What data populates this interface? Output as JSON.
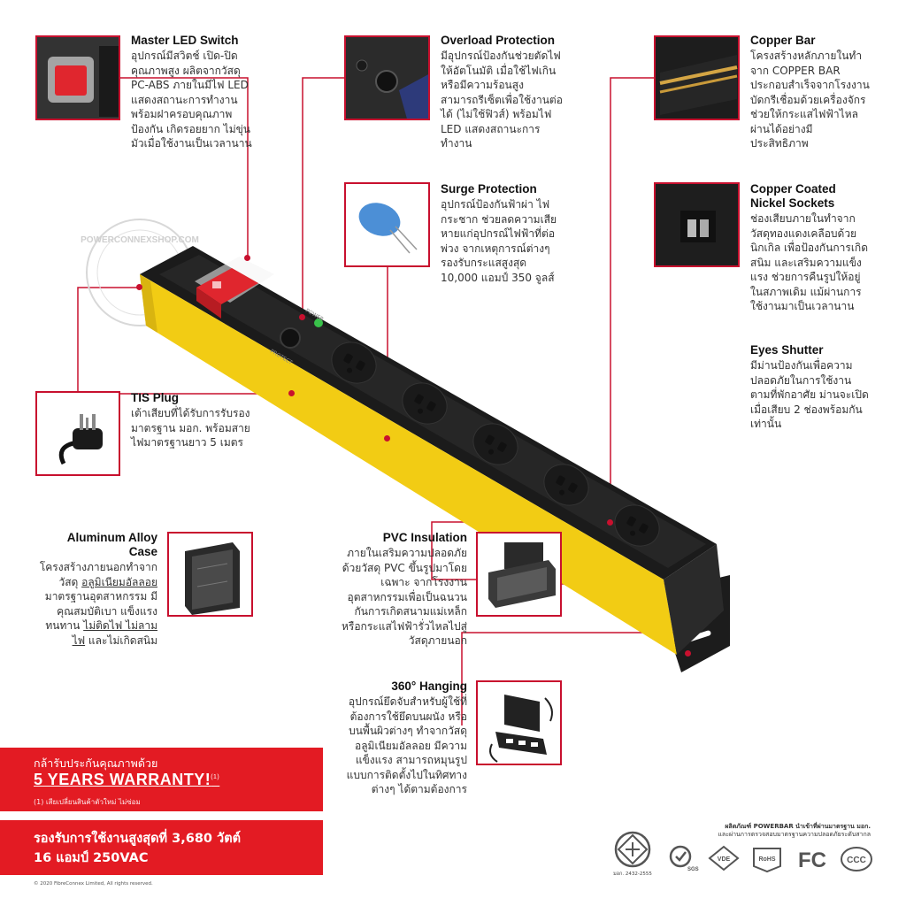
{
  "features": {
    "master_led": {
      "title": "Master LED Switch",
      "desc": "อุปกรณ์มีสวิตช์ เปิด-ปิด คุณภาพสูง ผลิตจากวัสดุ PC-ABS ภายในมีไฟ LED แสดงสถานะการทำงาน พร้อมฝาครอบคุณภาพ ป้องกัน เกิดรอยยาก ไม่ขุ่นมัวเมื่อใช้งานเป็นเวลานาน"
    },
    "overload": {
      "title": "Overload Protection",
      "desc": "มีอุปกรณ์ป้องกันช่วยตัดไฟให้อัตโนมัติ เมื่อใช้ไฟเกิน หรือมีความร้อนสูง สามารถรีเซ็ตเพื่อใช้งานต่อได้ (ไม่ใช้ฟิวส์) พร้อมไฟ LED แสดงสถานะการทำงาน"
    },
    "copper_bar": {
      "title": "Copper Bar",
      "desc": "โครงสร้างหลักภายในทำจาก COPPER BAR ประกอบสำเร็จจากโรงงาน บัดกรีเชื่อมด้วยเครื่องจักร ช่วยให้กระแสไฟฟ้าไหลผ่านได้อย่างมีประสิทธิภาพ"
    },
    "surge": {
      "title": "Surge Protection",
      "desc": "อุปกรณ์ป้องกันฟ้าผ่า ไฟกระชาก ช่วยลดความเสียหายแก่อุปกรณ์ไฟฟ้าที่ต่อพ่วง จากเหตุการณ์ต่างๆ รองรับกระแสสูงสุด 10,000 แอมป์ 350 จูลส์"
    },
    "copper_coated": {
      "title_line1": "Copper Coated",
      "title_line2": "Nickel Sockets",
      "desc": "ช่องเสียบภายในทำจากวัสดุทองแดงเคลือบด้วยนิกเกิล เพื่อป้องกันการเกิดสนิม และเสริมความแข็งแรง ช่วยการคืนรูปให้อยู่ในสภาพเดิม แม้ผ่านการใช้งานมาเป็นเวลานาน"
    },
    "eyes_shutter": {
      "title": "Eyes Shutter",
      "desc": "มีม่านป้องกันเพื่อความปลอดภัยในการใช้งานตามที่พักอาศัย ม่านจะเปิดเมื่อเสียบ 2 ช่องพร้อมกันเท่านั้น"
    },
    "tis_plug": {
      "title": "TIS Plug",
      "desc": "เต้าเสียบที่ได้รับการรับรองมาตรฐาน มอก. พร้อมสายไฟมาตรฐานยาว 5 เมตร"
    },
    "aluminum": {
      "title_line1": "Aluminum Alloy",
      "title_line2": "Case",
      "desc_a": "โครงสร้างภายนอกทำจากวัสดุ ",
      "desc_u1": "อลูมิเนียมอัลลอย",
      "desc_b": " มาตรฐานอุตสาหกรรม มีคุณสมบัติเบา แข็งแรง ทนทาน ",
      "desc_u2": "ไม่ติดไฟ ไม่ลามไฟ",
      "desc_c": " และไม่เกิดสนิม"
    },
    "pvc": {
      "title": "PVC Insulation",
      "desc": "ภายในเสริมความปลอดภัยด้วยวัสดุ PVC ขึ้นรูปมาโดยเฉพาะ จากโรงงานอุตสาหกรรมเพื่อเป็นฉนวนกันการเกิดสนามแม่เหล็ก หรือกระแสไฟฟ้ารั่วไหลไปสู่วัสดุภายนอก"
    },
    "hanging": {
      "title": "360° Hanging",
      "desc": "อุปกรณ์ยึดจับสำหรับผู้ใช้ที่ต้องการใช้ยึดบนผนัง หรือบนพื้นผิวต่างๆ ทำจากวัสดุอลูมิเนียมอัลลอย มีความแข็งแรง สามารถหมุนรูปแบบการติดตั้งไปในทิศทางต่างๆ ได้ตามต้องการ"
    }
  },
  "warranty": {
    "intro": "กล้ารับประกันคุณภาพด้วย",
    "headline": "5 YEARS WARRANTY!",
    "sup": "(1)",
    "note": "(1) เสียเปลี่ยนสินค้าตัวใหม่ ไม่ซ่อม"
  },
  "capacity": {
    "line1": "รองรับการใช้งานสูงสุดที่ 3,680 วัตต์",
    "line2": "16 แอมป์ 250VAC"
  },
  "copyright": "© 2020 FibreConnex Limited, All rights reserved.",
  "cert": {
    "line1": "ผลิตภัณฑ์ POWERBAR นำเข้าที่ผ่านมาตรฐาน มอก.",
    "line2": "และผ่านการตรวจสอบมาตรฐานความปลอดภัยระดับสากล",
    "tis_no": "มอก. 2432-2555",
    "logos": [
      "SGS",
      "VDE",
      "RoHS",
      "FC",
      "CCC"
    ]
  },
  "watermark": "POWERCONNEXSHOP.COM",
  "device": {
    "switch_label": "POWER",
    "reset_label": "PROTECT"
  },
  "colors": {
    "accent": "#c8102e",
    "body_yellow": "#f2cc14",
    "panel_black": "#1e1e1e",
    "banner_red": "#e31b23"
  }
}
